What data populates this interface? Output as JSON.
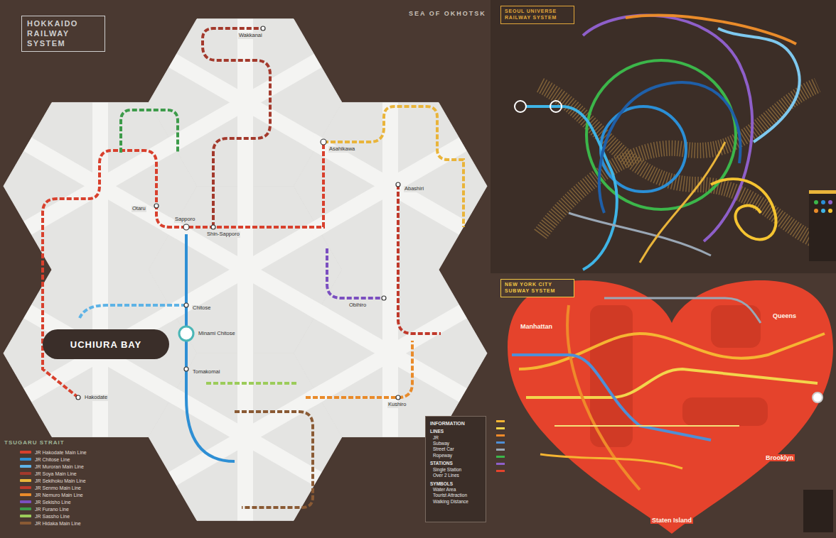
{
  "diagram": {
    "nodes": [
      {
        "text": [
          "HOKKAIDO RAILWAY SYSTEM"
        ]
      },
      {
        "text": [
          "UCHIURA BAY"
        ],
        "in": 0
      },
      {
        "text": [
          "INFORMATION",
          "LINES",
          "JR",
          "Subway",
          "Street Car",
          "Ropeway",
          "STATIONS",
          "Single Station",
          "Over 2 Lines",
          "SYMBOLS",
          "Water Area",
          "Tourist Attraction",
          "Walking Distance"
        ],
        "in": 0
      },
      {
        "text": [
          "SEOUL UNIVERSE RAILWAY SYSTEM"
        ]
      },
      {
        "text": [
          "NEW YORK CITY SUBWAY SYSTEM"
        ]
      }
    ],
    "labels": [
      "SEA OF OKHOTSK",
      "TSUGARU STRAIT",
      "Wakkanai",
      "Asahikawa",
      "Sapporo",
      "Shin-Sapporo",
      "Otaru",
      "Chitose",
      "Minami Chitose",
      "Tomakomai",
      "Hakodate",
      "Obihiro",
      "Kushiro",
      "Abashiri",
      "Manhattan",
      "Queens",
      "Brooklyn",
      "Staten Island"
    ],
    "legend": [
      {
        "text": "JR Hakodate Main Line",
        "color": "#d8402d"
      },
      {
        "text": "JR Chitose Line",
        "color": "#2e8fd4"
      },
      {
        "text": "JR Muroran Main Line",
        "color": "#5eb3e6"
      },
      {
        "text": "JR Soya Main Line",
        "color": "#a3392c"
      },
      {
        "text": "JR Sekihoku Main Line",
        "color": "#e9b43a"
      },
      {
        "text": "JR Senmo Main Line",
        "color": "#c0392b"
      },
      {
        "text": "JR Nemuro Main Line",
        "color": "#e98b2a"
      },
      {
        "text": "JR Sekisho Line",
        "color": "#7b4fc0"
      },
      {
        "text": "JR Furano Line",
        "color": "#3d9b4a"
      },
      {
        "text": "JR Sassho Line",
        "color": "#9ccc5a"
      },
      {
        "text": "JR Hidaka Main Line",
        "color": "#8a5a34"
      }
    ]
  }
}
